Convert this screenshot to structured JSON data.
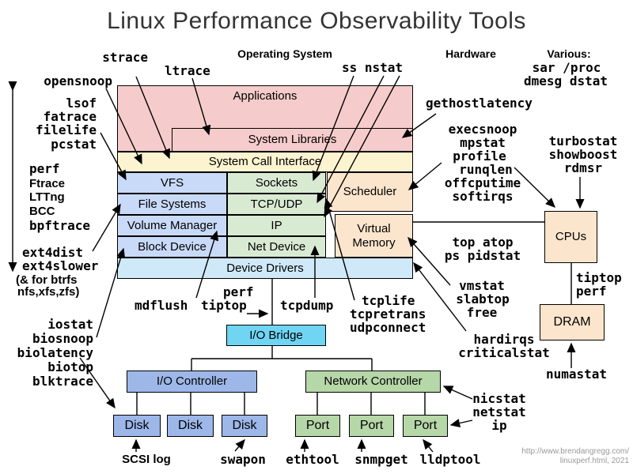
{
  "title": "Linux Performance Observability Tools",
  "sections": {
    "os": "Operating System",
    "hw": "Hardware",
    "various": "Various:"
  },
  "boxes": {
    "applications": "Applications",
    "system_libraries": "System Libraries",
    "system_call_interface": "System Call Interface",
    "vfs": "VFS",
    "sockets": "Sockets",
    "scheduler": "Scheduler",
    "file_systems": "File Systems",
    "tcp_udp": "TCP/UDP",
    "volume_manager": "Volume Manager",
    "ip": "IP",
    "block_device": "Block Device",
    "net_device": "Net Device",
    "virtual_memory": "Virtual Memory",
    "device_drivers": "Device Drivers",
    "io_bridge": "I/O Bridge",
    "io_controller": "I/O Controller",
    "network_controller": "Network Controller",
    "disk": "Disk",
    "port": "Port",
    "cpus": "CPUs",
    "dram": "DRAM"
  },
  "tools": {
    "strace": "strace",
    "ltrace": "ltrace",
    "opensnoop": "opensnoop",
    "lsof": "lsof",
    "fatrace": "fatrace",
    "filelife": "filelife",
    "pcstat": "pcstat",
    "perf": "perf",
    "ftrace": "Ftrace",
    "lttng": "LTTng",
    "bcc": "BCC",
    "bpftrace": "bpftrace",
    "ext4dist": "ext4dist",
    "ext4slower": "ext4slower",
    "btrfs_note1": "(& for btrfs",
    "btrfs_note2": "nfs,xfs,zfs)",
    "iostat": "iostat",
    "biosnoop": "biosnoop",
    "biolatency": "biolatency",
    "biotop": "biotop",
    "blktrace": "blktrace",
    "mdflush": "mdflush",
    "perf_io": "perf",
    "tiptop_io": "tiptop",
    "tcpdump": "tcpdump",
    "tcplife": "tcplife",
    "tcpretrans": "tcpretrans",
    "udpconnect": "udpconnect",
    "ss_nstat": "ss nstat",
    "gethostlatency": "gethostlatency",
    "execsnoop": "execsnoop",
    "mpstat": "mpstat",
    "profile": "profile",
    "runqlen": "runqlen",
    "offcputime": "offcputime",
    "softirqs": "softirqs",
    "sar_proc": "sar /proc",
    "dmesg_dstat": "dmesg dstat",
    "turbostat": "turbostat",
    "showboost": "showboost",
    "rdmsr": "rdmsr",
    "top_atop": "top atop",
    "ps_pidstat": "ps pidstat",
    "vmstat": "vmstat",
    "slabtop": "slabtop",
    "free": "free",
    "hardirqs": "hardirqs",
    "criticalstat": "criticalstat",
    "tiptop_cpu": "tiptop",
    "perf_cpu": "perf",
    "numastat": "numastat",
    "nicstat": "nicstat",
    "netstat": "netstat",
    "ip_tool": "ip",
    "scsi_log": "SCSI log",
    "swapon": "swapon",
    "ethtool": "ethtool",
    "snmpget": "snmpget",
    "lldptool": "lldptool"
  },
  "credit": {
    "line1": "http://www.brendangregg.com/",
    "line2": "linuxperf.html, 2021"
  },
  "colors": {
    "pink": "#f5cccb",
    "yellow": "#fcf3d0",
    "blue": "#c9daf8",
    "green": "#d9ead3",
    "tan": "#fce5cd",
    "ltblue": "#cfe9f8",
    "cyan": "#6fd5f3",
    "periwinkle": "#9db7e8",
    "green2": "#b6d7a8"
  }
}
